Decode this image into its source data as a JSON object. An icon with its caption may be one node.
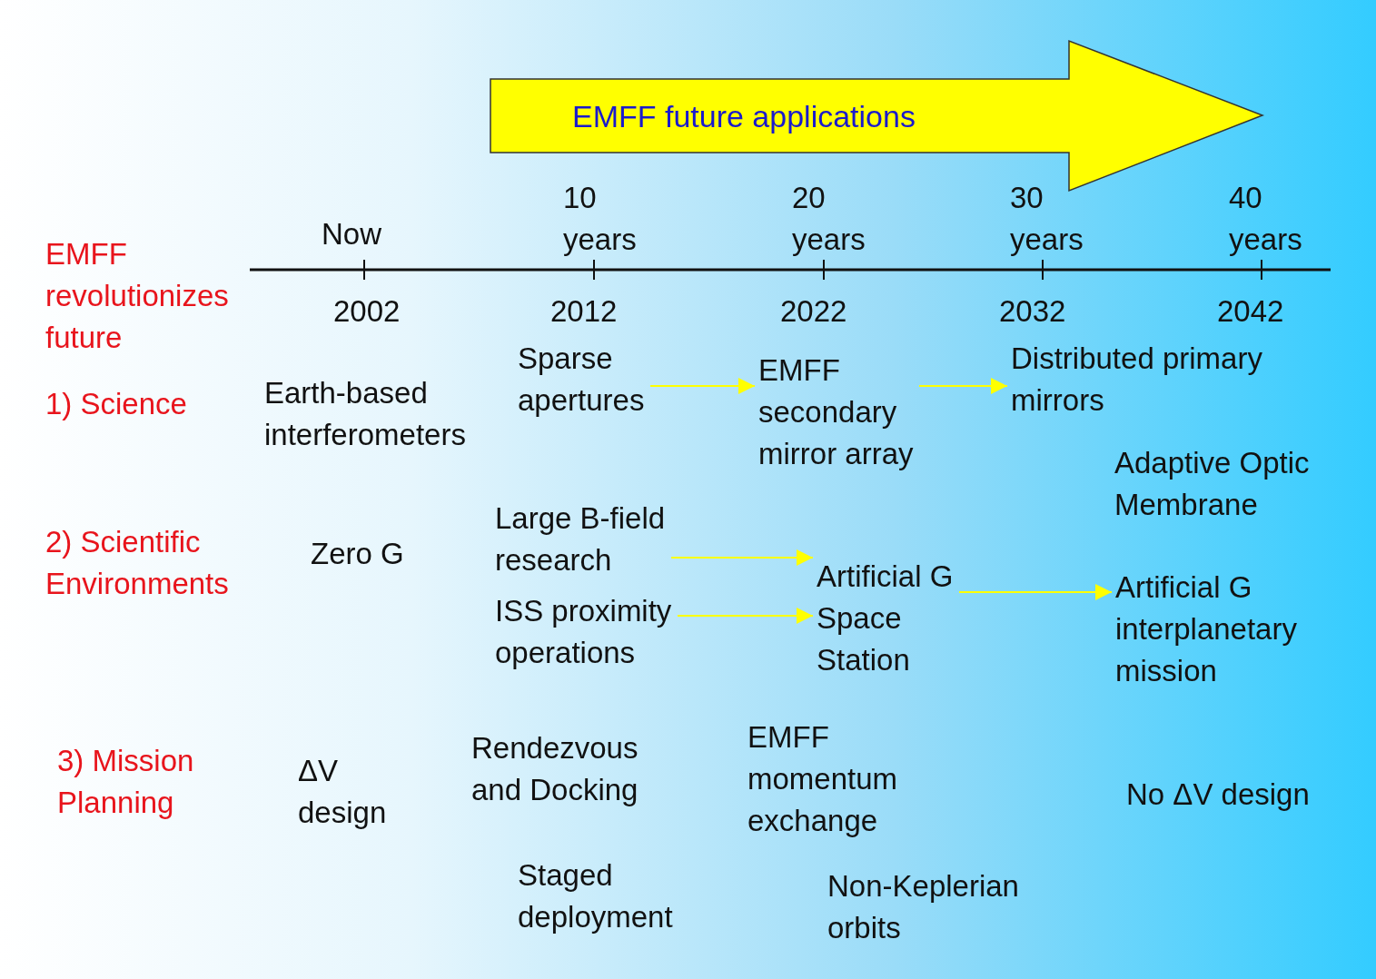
{
  "diagram": {
    "nodes": [
      {
        "text": [
          "EMFF future applications"
        ]
      },
      {
        "text": [
          "Sparse apertures"
        ]
      },
      {
        "text": [
          "EMFF secondary mirror array"
        ]
      },
      {
        "text": [
          "Distributed primary mirrors"
        ]
      },
      {
        "text": [
          "Large B-field research"
        ]
      },
      {
        "text": [
          "ISS proximity operations"
        ]
      },
      {
        "text": [
          "Artificial G Space Station"
        ]
      },
      {
        "text": [
          "Artificial G interplanetary mission"
        ]
      }
    ],
    "edges": [
      {
        "from": 1,
        "to": 2,
        "arrow": "to"
      },
      {
        "from": 2,
        "to": 3,
        "arrow": "to"
      },
      {
        "from": 4,
        "to": 6,
        "arrow": "to"
      },
      {
        "from": 5,
        "to": 6,
        "arrow": "to"
      },
      {
        "from": 6,
        "to": 7,
        "arrow": "to"
      }
    ],
    "labels": [
      "10 years",
      "20 years",
      "30 years",
      "40 years",
      "Now",
      "EMFF revolutionizes future",
      "2002",
      "2012",
      "2022",
      "2032",
      "2042",
      "1) Science",
      "Earth-based interferometers",
      "Adaptive Optic Membrane",
      "2) Scientific Environments",
      "Zero G",
      "3) Mission Planning",
      "ΔV design",
      "Rendezvous and Docking",
      "EMFF momentum exchange",
      "No ΔV design",
      "Staged deployment",
      "Non-Keplerian orbits"
    ]
  }
}
